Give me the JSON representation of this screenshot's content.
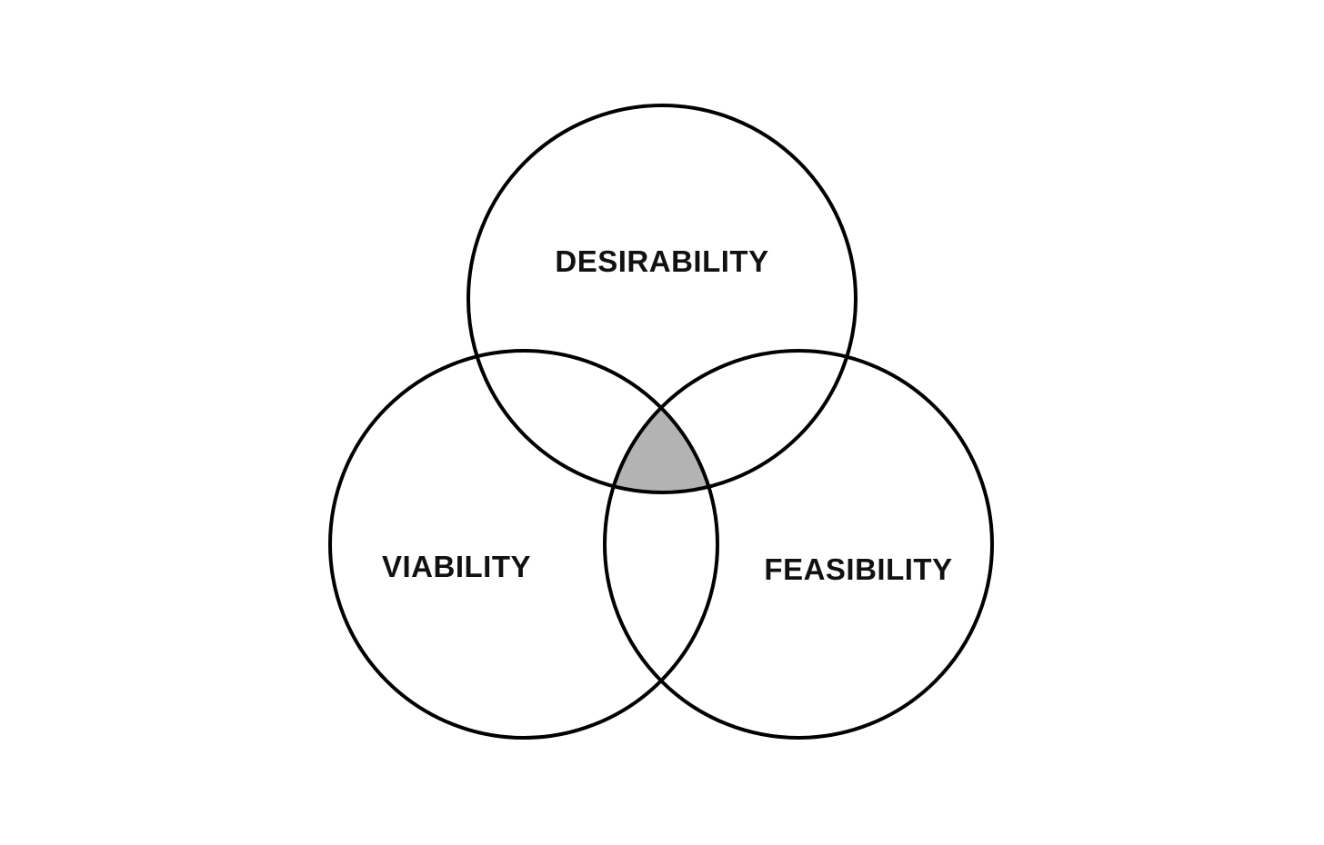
{
  "diagram": {
    "type": "venn",
    "colors": {
      "background": "#ffffff",
      "stroke": "#000000",
      "text": "#111111",
      "intersection_fill": "#b3b3b3"
    },
    "sets": [
      {
        "id": "desirability",
        "label": "DESIRABILITY"
      },
      {
        "id": "viability",
        "label": "VIABILITY"
      },
      {
        "id": "feasibility",
        "label": "FEASIBILITY"
      }
    ],
    "highlighted_region": "intersection of all three sets"
  }
}
